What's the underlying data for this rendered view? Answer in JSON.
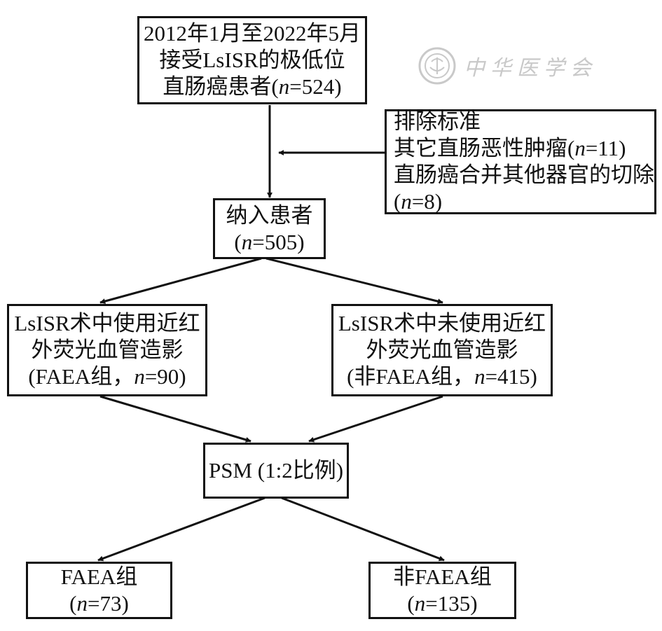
{
  "colors": {
    "ink": "#111111",
    "watermark": "#c9c9c9"
  },
  "watermark": {
    "text": "中华医学会",
    "icon": "seal-icon"
  },
  "boxes": {
    "source": {
      "line1": "2012年1月至2022年5月",
      "line2": "接受LsISR的极低位",
      "line3_prefix": "直肠癌患者(",
      "n_symbol": "n",
      "line3_suffix": "=524)"
    },
    "exclusion": {
      "title": "排除标准",
      "item1_prefix": "其它直肠恶性肿瘤(",
      "item1_n": "n",
      "item1_suffix": "=11)",
      "item2": "直肠癌合并其他器官的切除",
      "item3_prefix": "(",
      "item3_n": "n",
      "item3_suffix": "=8)"
    },
    "included": {
      "line1": "纳入患者",
      "line2_prefix": "(",
      "n_symbol": "n",
      "line2_suffix": "=505)"
    },
    "faea_pre": {
      "line1": "LsISR术中使用近红",
      "line2": "外荧光血管造影",
      "line3_prefix": "(FAEA组，",
      "n_symbol": "n",
      "line3_suffix": "=90)"
    },
    "nonfaea_pre": {
      "line1": "LsISR术中未使用近红",
      "line2": "外荧光血管造影",
      "line3_prefix": "(非FAEA组，",
      "n_symbol": "n",
      "line3_suffix": "=415)"
    },
    "psm": {
      "line1": "PSM (1:2比例)"
    },
    "faea_post": {
      "line1": "FAEA组",
      "line2_prefix": "(",
      "n_symbol": "n",
      "line2_suffix": "=73)"
    },
    "nonfaea_post": {
      "line1": "非FAEA组",
      "line2_prefix": "(",
      "n_symbol": "n",
      "line2_suffix": "=135)"
    }
  }
}
